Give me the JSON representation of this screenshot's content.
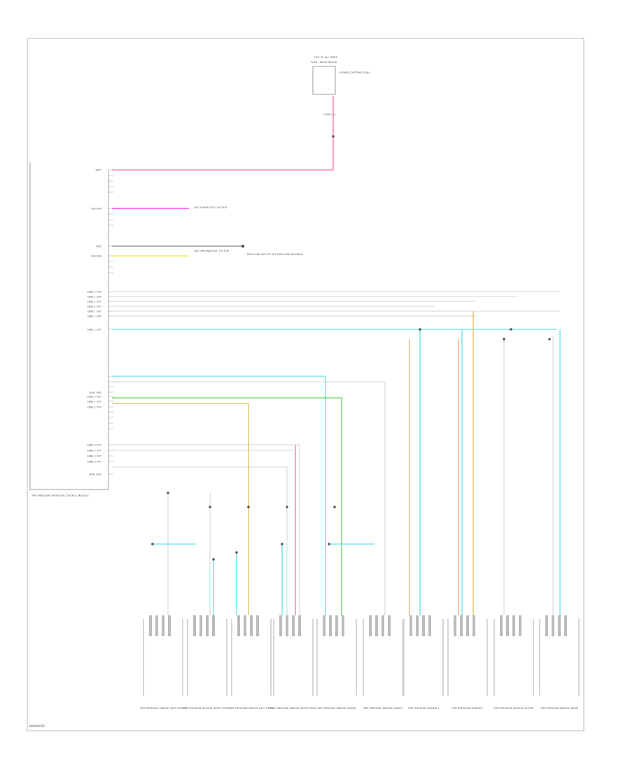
{
  "fuse_block": {
    "title": "HOT AT ALL TIMES",
    "subtitle": "FUSE / RELAY BLOCK",
    "fuse_label": "FUSE 20A",
    "note": "(POWER DISTRIBUTION)"
  },
  "module": {
    "name": "TIRE PRESSURE MONITOR CONTROL MODULE",
    "pins": [
      "BATT",
      "",
      "",
      "",
      "",
      "IGN RUN",
      "",
      "",
      "",
      "GND",
      "IGN RUN",
      "",
      "",
      "",
      "SENS 1 OUT",
      "SENS 1 OUT",
      "SENS 1 OUT",
      "SENS 1 OUT",
      "SENS 1 OUT",
      "SENS 1 OUT",
      "SENS 1 OUT",
      "",
      "",
      "",
      "SENS GND",
      "SENS 2 OUT",
      "SENS 2 OUT",
      "SENS 2 OUT",
      "",
      "",
      "",
      "",
      "SENS 3 OUT",
      "SENS 3 OUT",
      "SENS 3 OUT",
      "SENS 3 OUT",
      "SENS GND"
    ]
  },
  "notes": {
    "power": "SEE POWER DIST. SYSTEM",
    "ground": "SEE GROUND DIST. SYSTEM",
    "can": "DATA LINK CIRCUIT SEE DATA LINK DIAGRAM"
  },
  "sensors": [
    {
      "name": "TIRE PRESSURE SENSOR (LEFT FRONT)"
    },
    {
      "name": "TIRE PRESSURE SENSOR (RIGHT FRONT)"
    },
    {
      "name": "TIRE PRESSURE SENSOR (LEFT REAR)"
    },
    {
      "name": "TIRE PRESSURE SENSOR (RIGHT REAR)"
    },
    {
      "name": "TIRE PRESSURE SENSOR (SPARE)"
    },
    {
      "name": "TIRE PRESSURE SENSOR (INNER)"
    },
    {
      "name": "TIRE PRESSURE SENSOR 1"
    },
    {
      "name": "TIRE PRESSURE SENSOR 2"
    },
    {
      "name": "TIRE PRESSURE SENSOR (OUTER)"
    },
    {
      "name": "TIRE PRESSURE SENSOR (REAR)"
    }
  ],
  "footer": "W0000000",
  "colors": {
    "red": "#ff8aa6",
    "magenta": "#ff44ff",
    "yellow": "#f2ee66",
    "cyan": "#7de8e8",
    "green": "#7cd87c",
    "orange": "#f5b98a",
    "tan": "#e6c878",
    "gray": "#c8c8c8",
    "black": "#666666"
  }
}
